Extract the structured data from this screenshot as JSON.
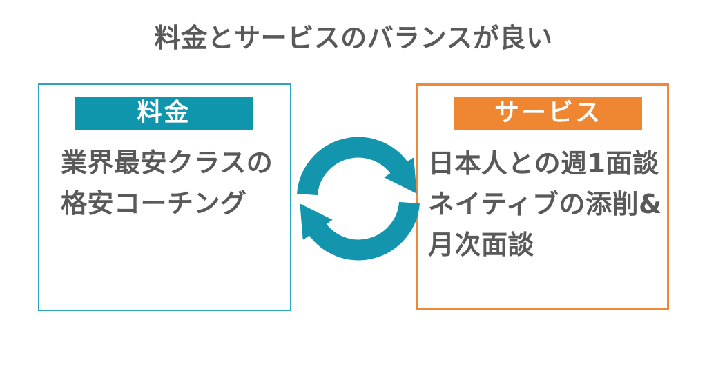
{
  "title": {
    "text": "料金とサービスのバランスが良い",
    "color": "#595959"
  },
  "left_card": {
    "header_label": "料金",
    "header_bg": "#0f95ac",
    "border_color": "#2aa5c0",
    "body_lines": [
      "業界最安クラスの",
      "格安コーチング"
    ]
  },
  "right_card": {
    "header_label": "サービス",
    "header_bg": "#ef8632",
    "border_color": "#f0883a",
    "body_lines": [
      "日本人との週1面談",
      "ネイティブの添削&",
      "月次面談"
    ]
  },
  "cycle_icon": {
    "name": "sync-cycle-arrows-icon",
    "color": "#1295ad"
  },
  "body_text_color": "#595959"
}
